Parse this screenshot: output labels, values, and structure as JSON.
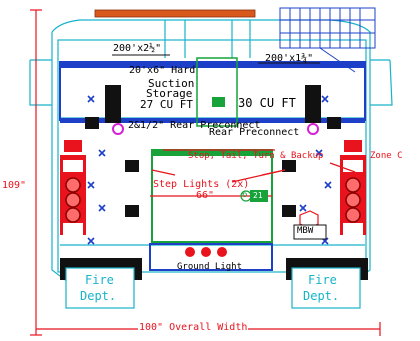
{
  "labels": {
    "hose_top_left": "200'x2½\"",
    "hose_top_right": "200'x1¾\"",
    "suction_line1": "20'x6\" Hard",
    "suction_line2": "Suction",
    "suction_line3": "Storage",
    "left_compartment": "27 CU FT",
    "right_compartment": "30 CU FT",
    "preconnect_left": "2&1/2\" Rear Preconnect",
    "preconnect_right": "Rear Preconnect",
    "lights_label": "Stop, Tail, Turn & Backup",
    "zone_label": "Zone C",
    "step_lights": "Step Lights (2x)",
    "dimension_height": "109\"",
    "dimension_mid": "66\"",
    "marker_6": "6",
    "marker_21": "21",
    "mbw": "MBW",
    "ground_light": "Ground Light",
    "mudflap_left_line1": "Fire",
    "mudflap_left_line2": "Dept.",
    "mudflap_right_line1": "Fire",
    "mudflap_right_line2": "Dept.",
    "overall_width": "100\" Overall Width"
  },
  "colors": {
    "outline": "#17b3c9",
    "dimension": "#e8131c",
    "panel": "#17a33a",
    "body": "#1e40c8",
    "text": "#000000"
  }
}
